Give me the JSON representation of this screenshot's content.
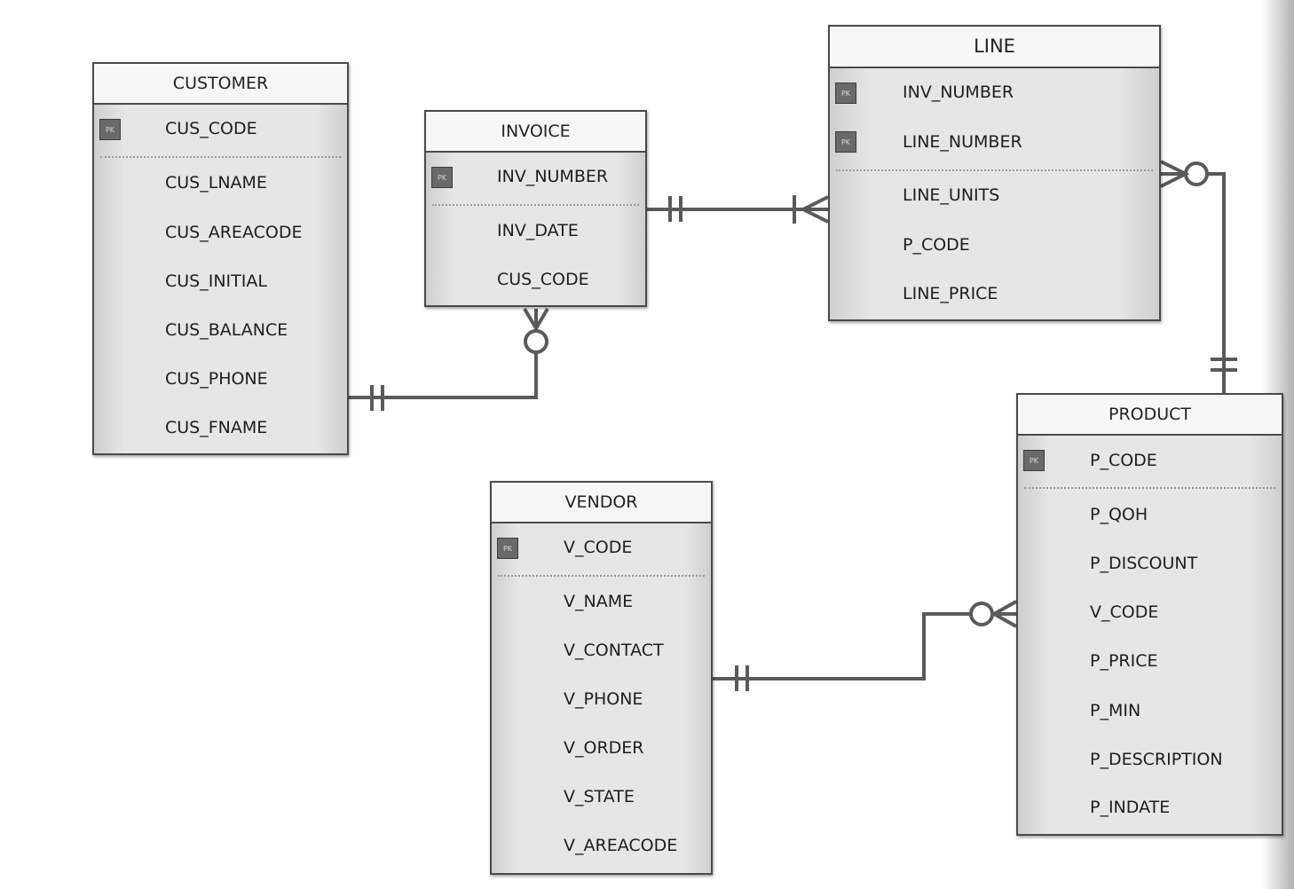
{
  "entities": {
    "customer": {
      "name": "CUSTOMER",
      "pk_label": "PK",
      "attributes": [
        "CUS_CODE",
        "CUS_LNAME",
        "CUS_AREACODE",
        "CUS_INITIAL",
        "CUS_BALANCE",
        "CUS_PHONE",
        "CUS_FNAME"
      ]
    },
    "invoice": {
      "name": "INVOICE",
      "pk_label": "PK",
      "attributes": [
        "INV_NUMBER",
        "INV_DATE",
        "CUS_CODE"
      ]
    },
    "line": {
      "name": "LINE",
      "pk_label": "PK",
      "attributes": [
        "INV_NUMBER",
        "LINE_NUMBER",
        "LINE_UNITS",
        "P_CODE",
        "LINE_PRICE"
      ]
    },
    "product": {
      "name": "PRODUCT",
      "pk_label": "PK",
      "attributes": [
        "P_CODE",
        "P_QOH",
        "P_DISCOUNT",
        "V_CODE",
        "P_PRICE",
        "P_MIN",
        "P_DESCRIPTION",
        "P_INDATE"
      ]
    },
    "vendor": {
      "name": "VENDOR",
      "pk_label": "PK",
      "attributes": [
        "V_CODE",
        "V_NAME",
        "V_CONTACT",
        "V_PHONE",
        "V_ORDER",
        "V_STATE",
        "V_AREACODE"
      ]
    }
  },
  "relationships": [
    {
      "from": "CUSTOMER",
      "to": "INVOICE",
      "from_cardinality": "exactly-one",
      "to_cardinality": "zero-or-many"
    },
    {
      "from": "INVOICE",
      "to": "LINE",
      "from_cardinality": "exactly-one",
      "to_cardinality": "one-or-many"
    },
    {
      "from": "PRODUCT",
      "to": "LINE",
      "from_cardinality": "exactly-one",
      "to_cardinality": "zero-or-many"
    },
    {
      "from": "VENDOR",
      "to": "PRODUCT",
      "from_cardinality": "exactly-one",
      "to_cardinality": "zero-or-many"
    }
  ],
  "colors": {
    "line": "#5a5a5a",
    "entity_border": "#4a4a4a",
    "entity_body": "#e6e6e6",
    "entity_header": "#f7f7f7",
    "pk_badge": "#6a6a6a"
  }
}
